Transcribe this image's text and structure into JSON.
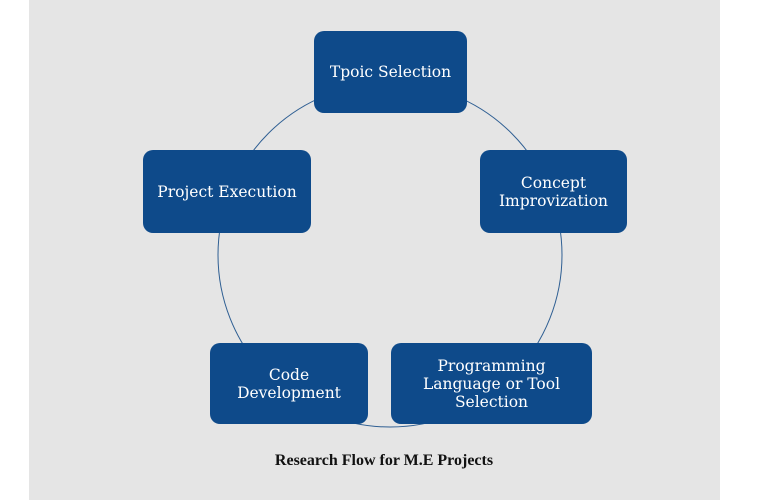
{
  "diagram": {
    "nodes": [
      {
        "id": "topic",
        "label": "Tpoic Selection"
      },
      {
        "id": "concept",
        "label": "Concept\nImprovization"
      },
      {
        "id": "programming",
        "label": "Programming\nLanguage or Tool\nSelection"
      },
      {
        "id": "code",
        "label": "Code\nDevelopment"
      },
      {
        "id": "execution",
        "label": "Project Execution"
      }
    ],
    "caption": "Research Flow for M.E Projects",
    "colors": {
      "node_fill": "#0e4a8a",
      "node_text": "#ffffff",
      "connector": "#2f5f93",
      "background": "#e5e5e5"
    }
  }
}
